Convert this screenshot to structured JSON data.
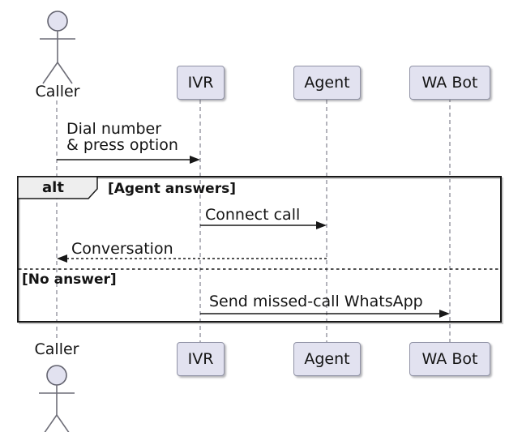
{
  "diagram": {
    "type": "sequence",
    "participants": {
      "caller": "Caller",
      "ivr": "IVR",
      "agent": "Agent",
      "wabot": "WA Bot"
    },
    "messages": {
      "dial_line1": "Dial number",
      "dial_line2": "& press option",
      "connect": "Connect call",
      "conversation": "Conversation",
      "missed_call": "Send missed-call WhatsApp"
    },
    "alt_frame": {
      "operator": "alt",
      "guard_answer": "[Agent answers]",
      "guard_no_answer": "[No answer]"
    },
    "colors": {
      "participant_fill": "#E2E2F0",
      "participant_border": "#9193A6",
      "frame_border": "#181818",
      "pentagon_fill": "#EEEEEE",
      "lifeline": "#83838F",
      "arrow": "#181818",
      "text": "#141414",
      "background": "#FFFFFF"
    }
  }
}
